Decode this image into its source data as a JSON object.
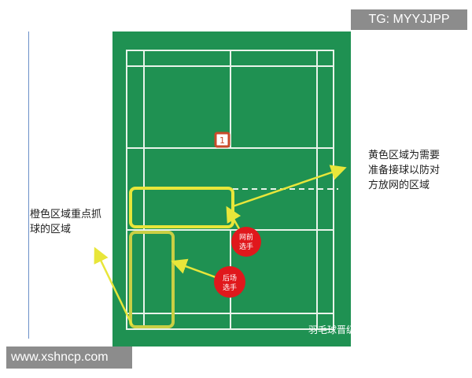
{
  "watermark_top": "TG: MYYJJPP",
  "watermark_bottom": "www.xshncp.com",
  "labels": {
    "yellow_zone_note": "黄色区域为需要\n准备接球以防对\n方放网的区域",
    "orange_zone_note": "橙色区域重点抓\n球的区域",
    "net_player": "网前\n选手",
    "back_player": "后场\n选手",
    "marker_number": "1"
  },
  "credit": "羽毛球晋级之路-迪迪王",
  "colors": {
    "court": "#1f9152",
    "court_lines": "#e8f3ea",
    "yellow_zone": "#e8e63a",
    "orange_zone": "#c9cf44",
    "player_circle": "#e0181c",
    "marker_border": "#c94a2a"
  }
}
